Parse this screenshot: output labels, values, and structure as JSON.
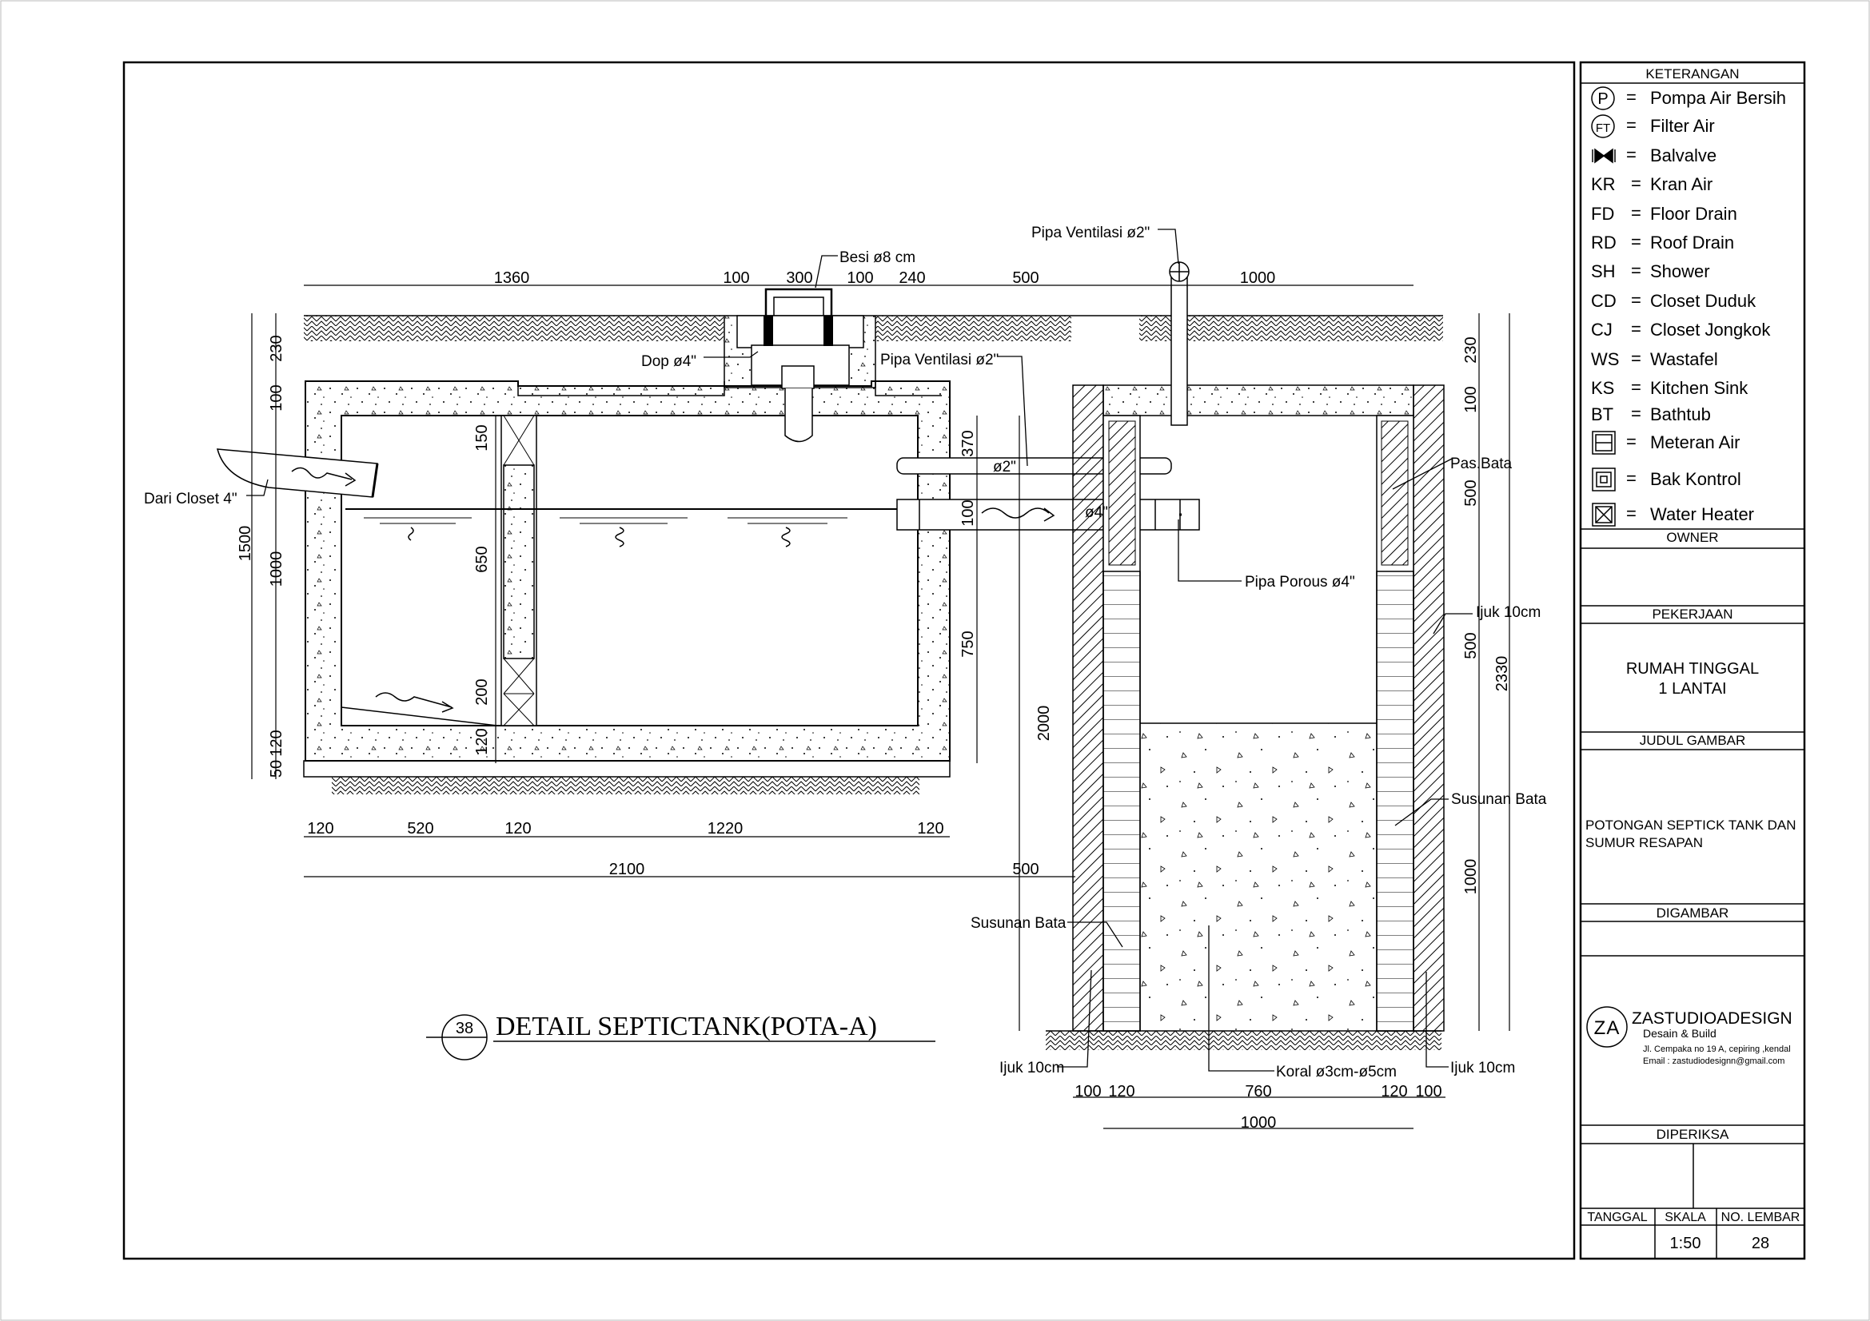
{
  "legend": {
    "header": "KETERANGAN",
    "items": [
      {
        "symbol": "P",
        "icon": "pump-circle-icon",
        "eq": "=",
        "label": "Pompa Air Bersih"
      },
      {
        "symbol": "FT",
        "icon": "filter-circle-icon",
        "eq": "=",
        "label": "Filter Air"
      },
      {
        "symbol": "",
        "icon": "ball-valve-icon",
        "eq": "=",
        "label": "Balvalve"
      },
      {
        "symbol": "KR",
        "icon": "",
        "eq": "=",
        "label": "Kran Air"
      },
      {
        "symbol": "FD",
        "icon": "",
        "eq": "=",
        "label": "Floor Drain"
      },
      {
        "symbol": "RD",
        "icon": "",
        "eq": "=",
        "label": "Roof Drain"
      },
      {
        "symbol": "SH",
        "icon": "",
        "eq": "=",
        "label": "Shower"
      },
      {
        "symbol": "CD",
        "icon": "",
        "eq": "=",
        "label": "Closet Duduk"
      },
      {
        "symbol": "CJ",
        "icon": "",
        "eq": "=",
        "label": "Closet Jongkok"
      },
      {
        "symbol": "WS",
        "icon": "",
        "eq": "=",
        "label": "Wastafel"
      },
      {
        "symbol": "KS",
        "icon": "",
        "eq": "=",
        "label": "Kitchen Sink"
      },
      {
        "symbol": "BT",
        "icon": "",
        "eq": "=",
        "label": "Bathtub"
      },
      {
        "symbol": "",
        "icon": "water-meter-icon",
        "eq": "=",
        "label": "Meteran Air"
      },
      {
        "symbol": "",
        "icon": "control-box-icon",
        "eq": "=",
        "label": "Bak Kontrol"
      },
      {
        "symbol": "",
        "icon": "water-heater-icon",
        "eq": "=",
        "label": "Water Heater"
      }
    ]
  },
  "title_block": {
    "owner_header": "OWNER",
    "owner_value": "",
    "work_header": "PEKERJAAN",
    "work_line1": "RUMAH TINGGAL",
    "work_line2": "1 LANTAI",
    "drawing_title_header": "JUDUL GAMBAR",
    "drawing_title_line1": "POTONGAN SEPTICK TANK DAN",
    "drawing_title_line2": "SUMUR RESAPAN",
    "drawn_header": "DIGAMBAR",
    "company_logo": "ZA",
    "company_name": "ZASTUDIOADESIGN",
    "company_tagline": "Desain & Build",
    "company_address": "Jl. Cempaka no 19 A, cepiring ,kendal",
    "company_email": "Email : zastudiodesignn@gmail.com",
    "checked_header": "DIPERIKSA",
    "date_header": "TANGGAL",
    "scale_header": "SKALA",
    "sheet_header": "NO. LEMBAR",
    "date_value": "",
    "scale_value": "1:50",
    "sheet_value": "28"
  },
  "drawing": {
    "title_number": "38",
    "title": "DETAIL SEPTICTANK(POTA-A)",
    "labels": {
      "besi": "Besi ø8 cm",
      "dop": "Dop ø4\"",
      "pipa_ventilasi_top": "Pipa Ventilasi ø2\"",
      "pipa_ventilasi_mid": "Pipa Ventilasi ø2\"",
      "dari_closet": "Dari Closet 4\"",
      "pipe_2": "ø2\"",
      "pipe_4": "ø4\"",
      "pipa_porous": "Pipa Porous ø4\"",
      "pas_bata": "Pas.Bata",
      "ijuk_right_top": "Ijuk 10cm",
      "susunan_bata_right": "Susunan Bata",
      "susunan_bata_left": "Susunan Bata",
      "ijuk_left_bottom": "Ijuk 10cm",
      "koral": "Koral ø3cm-ø5cm",
      "ijuk_right_bottom": "Ijuk 10cm"
    },
    "dims_top": [
      "1360",
      "100",
      "300",
      "100",
      "240",
      "500",
      "1000"
    ],
    "dims_left": [
      "230",
      "100",
      "1500",
      "1000",
      "50",
      "120"
    ],
    "dims_inner": [
      "150",
      "650",
      "200",
      "120",
      "370",
      "100",
      "750",
      "2000"
    ],
    "dims_bottom": [
      "120",
      "520",
      "120",
      "1220",
      "120"
    ],
    "dim_total": "2100",
    "dim_gap": "500",
    "dims_right": [
      "230",
      "100",
      "500",
      "500",
      "1000",
      "2330"
    ],
    "dims_well_bottom": [
      "100",
      "120",
      "760",
      "120",
      "100"
    ],
    "dim_well_total": "1000"
  }
}
